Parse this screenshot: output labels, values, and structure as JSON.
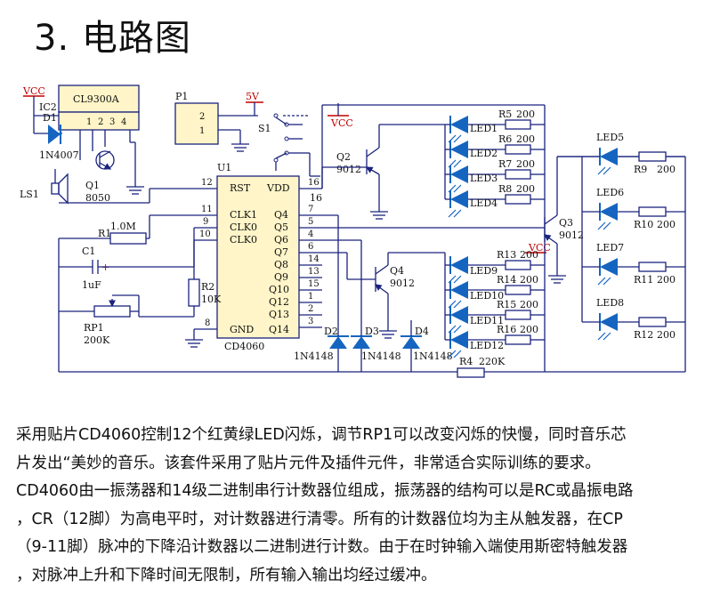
{
  "title": "3. 电路图",
  "schematic": {
    "chips": {
      "music_ic": "CL9300A",
      "main_ic_part": "CD4060",
      "main_ic_ref": "U1",
      "pins_left": [
        "RST",
        "CLK1",
        "CLK0",
        "CLK0",
        "GND"
      ],
      "pins_right": [
        "VDD",
        "Q4",
        "Q5",
        "Q6",
        "Q7",
        "Q8",
        "Q9",
        "Q10",
        "Q12",
        "Q13",
        "Q14"
      ],
      "pin_numbers_left": [
        "12",
        "11",
        "9",
        "10",
        "8"
      ],
      "pin_numbers_right": [
        "16",
        "7",
        "5",
        "4",
        "6",
        "14",
        "13",
        "15",
        "1",
        "2",
        "3"
      ]
    },
    "labels": {
      "vcc1": "VCC",
      "vcc2": "VCC",
      "vcc3": "VCC",
      "v5": "5V",
      "ic2": "IC2",
      "d1": "D1",
      "d1_part": "1N4007",
      "ls1": "LS1",
      "q1": "Q1",
      "q1_part": "8050",
      "p1": "P1",
      "p1_pin2": "2",
      "p1_pin1": "1",
      "s1": "S1",
      "r1": "R1",
      "r1_val": "1.0M",
      "c1": "C1",
      "c1_val": "1uF",
      "rp1": "RP1",
      "rp1_val": "200K",
      "r2": "R2",
      "r2_val": "10K",
      "pin_16": "16",
      "q2": "Q2",
      "q2_part": "9012",
      "q3": "Q3",
      "q3_part": "9012",
      "q4": "Q4",
      "q4_part": "9012",
      "d2": "D2",
      "d3": "D3",
      "d4": "D4",
      "d2_part": "1N4148",
      "d3_part": "1N4148",
      "d4_part": "1N4148",
      "r4": "R4",
      "r4_val": "220K",
      "ic_pins_1234": [
        "1",
        "2",
        "3",
        "4"
      ]
    },
    "leds_group_a": [
      {
        "led": "LED1",
        "res": "R5",
        "val": "200"
      },
      {
        "led": "LED2",
        "res": "R6",
        "val": "200"
      },
      {
        "led": "LED3",
        "res": "R7",
        "val": "200"
      },
      {
        "led": "LED4",
        "res": "R8",
        "val": "200"
      }
    ],
    "leds_group_b": [
      {
        "led": "LED9",
        "res": "R13",
        "val": "200"
      },
      {
        "led": "LED10",
        "res": "R14",
        "val": "200"
      },
      {
        "led": "LED11",
        "res": "R15",
        "val": "200"
      },
      {
        "led": "LED12",
        "res": "R16",
        "val": "200"
      }
    ],
    "leds_group_c": [
      {
        "led": "LED5",
        "res": "R9",
        "val": "200"
      },
      {
        "led": "LED6",
        "res": "R10",
        "val": "200"
      },
      {
        "led": "LED7",
        "res": "R11",
        "val": "200"
      },
      {
        "led": "LED8",
        "res": "R12",
        "val": "200"
      }
    ]
  },
  "description": [
    "采用贴片CD4060控制12个红黄绿LED闪烁，调节RP1可以改变闪烁的快慢，同时音乐芯",
    "片发出“美妙的音乐。该套件采用了贴片元件及插件元件，非常适合实际训练的要求。",
    "CD4060由一振荡器和14级二进制串行计数器位组成，振荡器的结构可以是RC或晶振电路",
    "，CR（12脚）为高电平时，对计数器进行清零。所有的计数器位均为主从触发器，在CP",
    "（9-11脚）脉冲的下降沿计数器以二进制进行计数。由于在时钟输入端使用斯密特触发器",
    "，对脉冲上升和下降时间无限制，所有输入输出均经过缓冲。"
  ],
  "colors": {
    "wire": "#1a237e",
    "chip_fill": "#fff5c8",
    "vcc_red": "#c00000",
    "led_blue": "#1565c0",
    "led_rays": "#1565c0"
  }
}
